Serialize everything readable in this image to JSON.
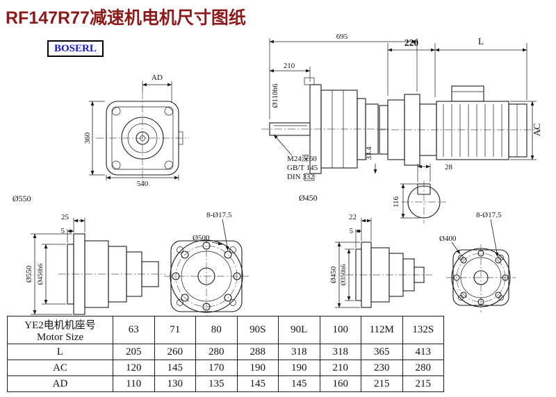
{
  "page": {
    "title": "RF147R77减速机电机尺寸图纸",
    "logo": "BOSERL"
  },
  "front_view": {
    "dim_ad": "AD",
    "dim_height": "360",
    "dim_width": "540",
    "label_flange": "Ø550"
  },
  "side_view": {
    "dim_total": "695",
    "dim_shaft": "210",
    "label_shaft_dia": "Ø110h6",
    "label_tap": "M24深60",
    "label_std1": "GB/T 145",
    "label_std2": "DIN 332",
    "dim_key": "33.4",
    "label_flange": "Ø450"
  },
  "motor_view": {
    "dim_adapter": "220",
    "dim_motor": "L",
    "dim_ac": "AC",
    "dim_key_width": "28",
    "dim_shaft_height": "116"
  },
  "flange_b1": {
    "dim_thickness": "25",
    "dim_spigot": "5",
    "label_od": "Ø550",
    "label_spigot": "Ø450h6"
  },
  "flange_b2": {
    "label_bc": "Ø500",
    "label_holes": "8-Ø17.5"
  },
  "flange_b3": {
    "dim_thickness": "22",
    "dim_spigot": "5",
    "label_od": "Ø450",
    "label_spigot": "Ø350h6"
  },
  "flange_b4": {
    "label_bc": "Ø400",
    "label_holes": "8-Ø17.5"
  },
  "table": {
    "header_cn": "YE2电机机座号",
    "header_en": "Motor Size",
    "sizes": [
      "63",
      "71",
      "80",
      "90S",
      "90L",
      "100",
      "112M",
      "132S"
    ],
    "rows": [
      {
        "label": "L",
        "values": [
          "205",
          "260",
          "280",
          "288",
          "318",
          "318",
          "365",
          "413"
        ]
      },
      {
        "label": "AC",
        "values": [
          "120",
          "145",
          "170",
          "190",
          "190",
          "210",
          "230",
          "280"
        ]
      },
      {
        "label": "AD",
        "values": [
          "110",
          "130",
          "135",
          "145",
          "145",
          "160",
          "215",
          "215"
        ]
      }
    ]
  },
  "colors": {
    "title": "#8B1A1A",
    "logo_text": "#1414CC",
    "line": "#1a1a1a"
  }
}
